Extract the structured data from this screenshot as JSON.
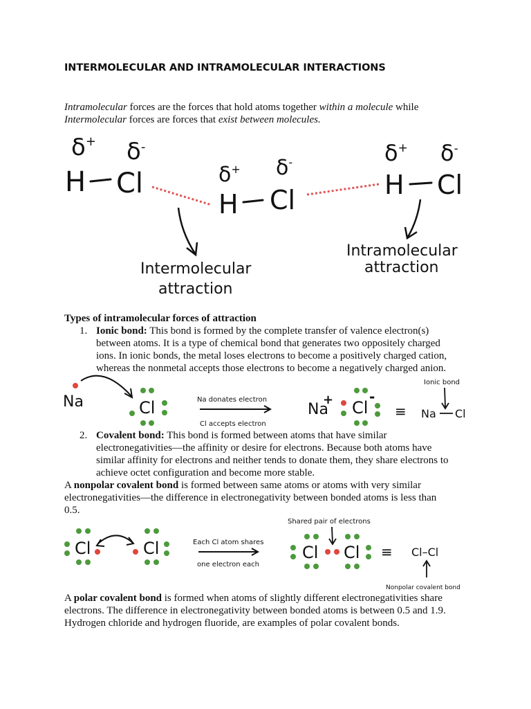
{
  "title": "INTERMOLECULAR AND INTRAMOLECULAR INTERACTIONS",
  "intro": {
    "w1": "Intramolecular",
    "t1": " forces are the forces that hold atoms together ",
    "w2": "within a molecule",
    "t2": " while",
    "w3": "Intermolecular",
    "t3": " forces are forces that ",
    "w4": "exist between molecules."
  },
  "figure1": {
    "delta_plus": "δ+",
    "delta_minus": "δ-",
    "h": "H",
    "cl": "Cl",
    "inter_line1": "Intermolecular",
    "inter_line2": "attraction",
    "intra_line1": "Intramolecular",
    "intra_line2": "attraction",
    "colors": {
      "dotted": "#e05555",
      "ink": "#111111"
    }
  },
  "types_heading": "Types of intramolecular forces of attraction",
  "items": [
    {
      "number": "1.",
      "term": "Ionic bond:",
      "lines": [
        " This bond is formed by the complete transfer of valence electron(s)",
        "between atoms. It is a type of chemical bond that generates two oppositely charged",
        "ions. In ionic bonds, the metal loses electrons to become a positively charged cation,",
        "whereas the nonmetal accepts those electrons to become a negatively charged anion."
      ]
    },
    {
      "number": "2.",
      "term": "Covalent bond:",
      "lines": [
        " This bond is formed between atoms that have similar",
        "electronegativities—the affinity or desire for electrons. Because both atoms have",
        "similar affinity for electrons and neither tends to donate them, they share electrons to",
        "achieve octet configuration and become more stable."
      ]
    }
  ],
  "figure2": {
    "na": "Na",
    "cl": "Cl",
    "donates": "Na donates electron",
    "accepts": "Cl accepts electron",
    "na_plus": "Na",
    "plus": "+",
    "minus": "-",
    "equiv": "≡",
    "ionic_bond_label": "Ionic bond",
    "na_cl": "Na",
    "cl_right": "Cl",
    "colors": {
      "electron_green": "#4c9a3c",
      "electron_red": "#e0463c"
    }
  },
  "nonpolar": {
    "pre": "A ",
    "term": "nonpolar covalent bond",
    "line1": " is formed between same atoms or atoms with very similar",
    "line2": "electronegativities—the difference in electronegativity between bonded atoms is less than",
    "line3": "0.5."
  },
  "figure3": {
    "cl": "Cl",
    "shares_line1": "Each Cl atom shares",
    "shares_line2": "one electron each",
    "shared_pair": "Shared pair of electrons",
    "equiv": "≡",
    "clcl": "Cl–Cl",
    "nonpolar_label": "Nonpolar covalent bond"
  },
  "polar": {
    "pre": "A ",
    "term": "polar covalent bond",
    "line1": " is formed when atoms of slightly different electronegativities share",
    "line2": "electrons. The difference in electronegativity between bonded atoms is between 0.5 and 1.9.",
    "line3": "Hydrogen chloride and hydrogen fluoride, are examples of polar covalent bonds."
  }
}
